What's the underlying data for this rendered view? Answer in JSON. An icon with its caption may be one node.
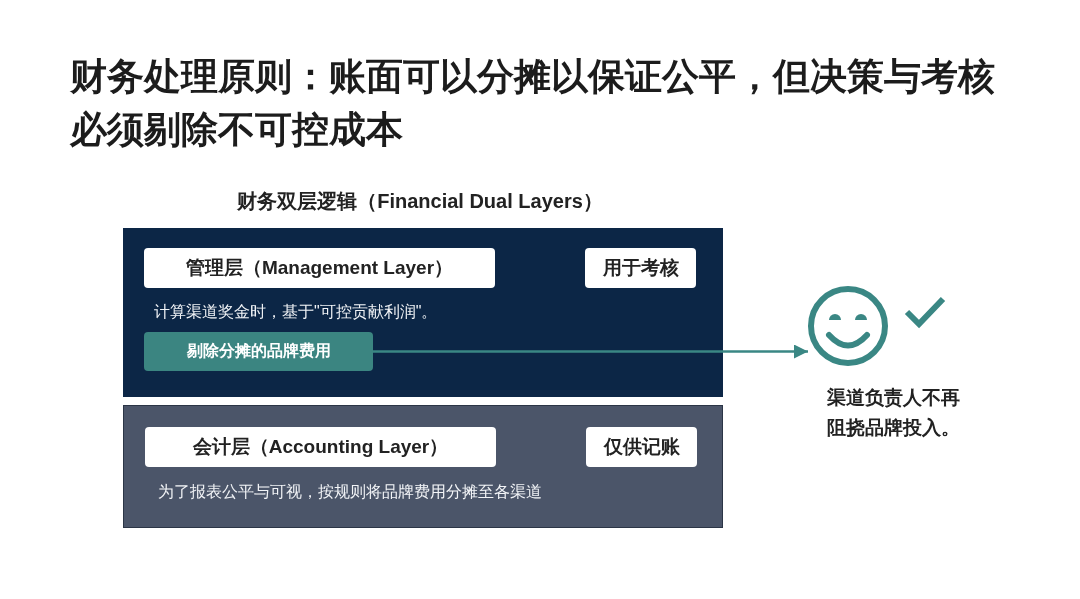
{
  "diagram": {
    "title": "财务处理原则：账面可以分摊以保证公平，但决策与考核必须剔除不可控成本",
    "nodes": [
      {
        "text": [
          "计算渠道奖金时，基于\"可控贡献利润\"。"
        ]
      },
      {
        "text": [
          "管理层（Management Layer）"
        ],
        "in": 0
      },
      {
        "text": [
          "用于考核"
        ],
        "in": 0
      },
      {
        "text": [
          "剔除分摊的品牌费用"
        ],
        "in": 0
      },
      {
        "text": [],
        "shape": "picture",
        "beside": [
          "渠道负责人不再阻挠品牌投入。"
        ]
      },
      {
        "text": [
          "为了报表公平与可视，按规则将品牌费用分摊至各渠道"
        ]
      },
      {
        "text": [
          "会计层（Accounting Layer）"
        ],
        "in": 5
      },
      {
        "text": [
          "仅供记账"
        ],
        "in": 5
      }
    ],
    "edges": [
      {
        "from": 3,
        "to": 4,
        "arrow": "to"
      }
    ],
    "labels": [
      "财务双层逻辑（Financial Dual Layers）"
    ]
  }
}
